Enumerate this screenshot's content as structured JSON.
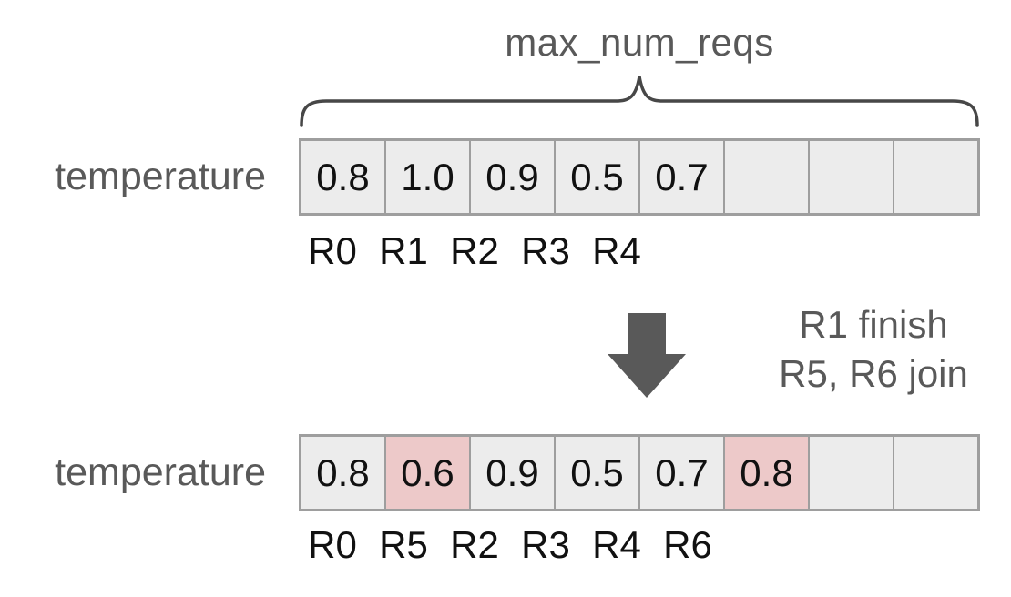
{
  "title": "max_num_reqs",
  "note": {
    "line1": "R1 finish",
    "line2": "R5, R6 join"
  },
  "before": {
    "label": "temperature",
    "cells": [
      {
        "value": "0.8",
        "highlight": false
      },
      {
        "value": "1.0",
        "highlight": false
      },
      {
        "value": "0.9",
        "highlight": false
      },
      {
        "value": "0.5",
        "highlight": false
      },
      {
        "value": "0.7",
        "highlight": false
      },
      {
        "value": "",
        "highlight": false
      },
      {
        "value": "",
        "highlight": false
      },
      {
        "value": "",
        "highlight": false
      }
    ],
    "request_labels": [
      "R0",
      "R1",
      "R2",
      "R3",
      "R4"
    ]
  },
  "after": {
    "label": "temperature",
    "cells": [
      {
        "value": "0.8",
        "highlight": false
      },
      {
        "value": "0.6",
        "highlight": true
      },
      {
        "value": "0.9",
        "highlight": false
      },
      {
        "value": "0.5",
        "highlight": false
      },
      {
        "value": "0.7",
        "highlight": false
      },
      {
        "value": "0.8",
        "highlight": true
      },
      {
        "value": "",
        "highlight": false
      },
      {
        "value": "",
        "highlight": false
      }
    ],
    "request_labels": [
      "R0",
      "R5",
      "R2",
      "R3",
      "R4",
      "R6"
    ]
  },
  "icons": {
    "arrow": "down-arrow-icon",
    "brace": "curly-brace-top"
  },
  "colors": {
    "background": "#ffffff",
    "cell_bg": "#ececec",
    "cell_highlight": "#edc9c9",
    "cell_border": "#9e9e9e",
    "gray_text": "#595959",
    "black_text": "#111111",
    "brace": "#474747",
    "arrow": "#595959"
  }
}
